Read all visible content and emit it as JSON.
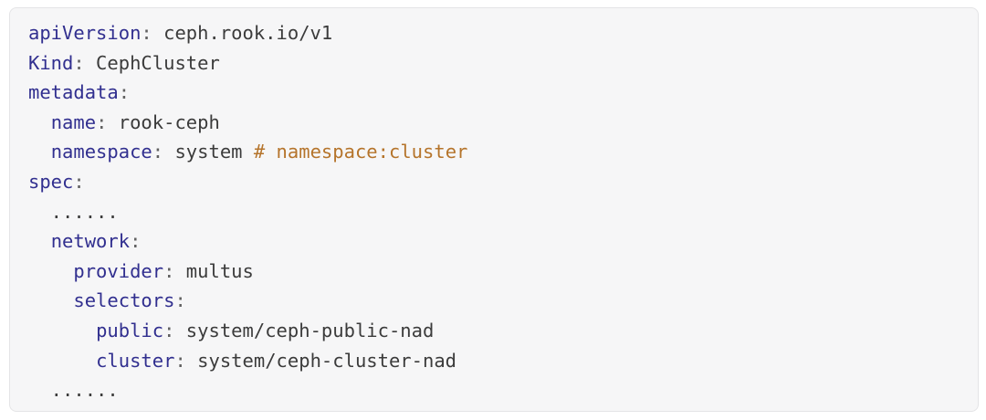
{
  "code_block": {
    "language": "yaml",
    "colors": {
      "page_bg": "#ffffff",
      "block_bg": "#f6f6f7",
      "block_border": "#e4e4e6",
      "key_color": "#312f8f",
      "value_color": "#3b3b3b",
      "punct_color": "#606060",
      "comment_color": "#b5742b"
    },
    "lines": [
      [
        {
          "t": "key",
          "v": "apiVersion"
        },
        {
          "t": "punct",
          "v": ":"
        },
        {
          "t": "value",
          "v": " ceph.rook.io/v1"
        }
      ],
      [
        {
          "t": "key",
          "v": "Kind"
        },
        {
          "t": "punct",
          "v": ":"
        },
        {
          "t": "value",
          "v": " CephCluster"
        }
      ],
      [
        {
          "t": "key",
          "v": "metadata"
        },
        {
          "t": "punct",
          "v": ":"
        }
      ],
      [
        {
          "t": "value",
          "v": "  "
        },
        {
          "t": "key",
          "v": "name"
        },
        {
          "t": "punct",
          "v": ":"
        },
        {
          "t": "value",
          "v": " rook-ceph"
        }
      ],
      [
        {
          "t": "value",
          "v": "  "
        },
        {
          "t": "key",
          "v": "namespace"
        },
        {
          "t": "punct",
          "v": ":"
        },
        {
          "t": "value",
          "v": " system "
        },
        {
          "t": "comment",
          "v": "# namespace:cluster"
        }
      ],
      [
        {
          "t": "key",
          "v": "spec"
        },
        {
          "t": "punct",
          "v": ":"
        }
      ],
      [
        {
          "t": "value",
          "v": "  ......"
        }
      ],
      [
        {
          "t": "value",
          "v": "  "
        },
        {
          "t": "key",
          "v": "network"
        },
        {
          "t": "punct",
          "v": ":"
        }
      ],
      [
        {
          "t": "value",
          "v": "    "
        },
        {
          "t": "key",
          "v": "provider"
        },
        {
          "t": "punct",
          "v": ":"
        },
        {
          "t": "value",
          "v": " multus"
        }
      ],
      [
        {
          "t": "value",
          "v": "    "
        },
        {
          "t": "key",
          "v": "selectors"
        },
        {
          "t": "punct",
          "v": ":"
        }
      ],
      [
        {
          "t": "value",
          "v": "      "
        },
        {
          "t": "key",
          "v": "public"
        },
        {
          "t": "punct",
          "v": ":"
        },
        {
          "t": "value",
          "v": " system/ceph-public-nad"
        }
      ],
      [
        {
          "t": "value",
          "v": "      "
        },
        {
          "t": "key",
          "v": "cluster"
        },
        {
          "t": "punct",
          "v": ":"
        },
        {
          "t": "value",
          "v": " system/ceph-cluster-nad"
        }
      ],
      [
        {
          "t": "value",
          "v": "  ......"
        }
      ]
    ]
  }
}
